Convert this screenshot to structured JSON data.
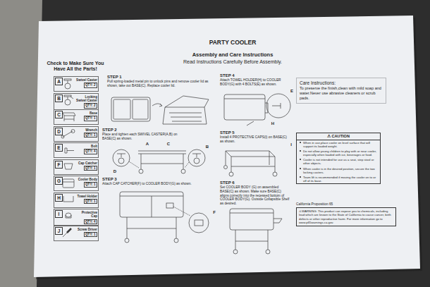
{
  "diagram": {
    "title": "PARTY COOLER",
    "nodes": [
      {
        "text": [
          "A",
          "Swivel Caster",
          "QTY: 2"
        ]
      },
      {
        "text": [
          "B",
          "Locking Swivel Caster",
          "QTY: 2"
        ]
      },
      {
        "text": [
          "C",
          "Base",
          "QTY: 1"
        ]
      },
      {
        "text": [
          "D",
          "Wrench",
          "QTY: 1"
        ]
      },
      {
        "text": [
          "E",
          "Bolt",
          "QTY: 4"
        ]
      },
      {
        "text": [
          "F",
          "Cap Catcher",
          "QTY: 1"
        ]
      },
      {
        "text": [
          "G",
          "Cooler Body",
          "QTY: 1"
        ]
      },
      {
        "text": [
          "H",
          "Towel Holder",
          "QTY: 1"
        ]
      },
      {
        "text": [
          "I",
          "Protective Cap",
          "QTY: 4"
        ]
      },
      {
        "text": [
          "J",
          "Screw Driver",
          "QTY: 1"
        ]
      },
      {
        "text": [
          "Care Instructions:",
          "To preserve the finish,clean with mild soap and water.Never use abrasive cleaners or scrub pads."
        ]
      },
      {
        "text": [
          "⚠ CAUTION",
          "When in use,place cooler on level surface that will support its loaded weight.",
          "Do not allow young children to play with or near cooler, especially when loaded with ice, beverages or food.",
          "Cooler is not intended for use as a seat, step stool or other objects.",
          "When cooler is in the desired position, secure the two locking casters.",
          "Team lift is recommended if moving the cooler on to or off of its base."
        ]
      },
      {
        "text": [
          "California Proposition 65",
          "⚠WARNING: This product can expose you to chemicals, including lead which are known to the State of California to cause cancer, birth defects or other reproductive harm. For more information go to www.p65warnings.ca.gov."
        ]
      }
    ],
    "labels": [
      "Assembly and Care Instructions",
      "Read Instructions Carefully Before Assembly.",
      "Check to Make Sure You Have All the Parts!",
      "STEP 1",
      "Pull spring-loaded metal pin to unlock pins and remove cooler lid as shown, take out BASE(C). Replace cooler lid.",
      "STEP 2",
      "Place and tighten each SWIVEL CASTER(A,B) on BASE(C) as shown.",
      "A",
      "C",
      "B",
      "D",
      "STEP 3",
      "Attach CAP CATCHER(F) to COOLER BODY(G) as shown.",
      "F",
      "STEP 4",
      "Attach TOWEL HOLDER(H) to COOLER BODY(G) with 4 BOLTS(E) as shown.",
      "E",
      "H",
      "STEP 5",
      "Install 4 PROTECTIVE CAPS(I) on BASE(C) as shown.",
      "I",
      "STEP 6",
      "Set COOLER BODY (G) on assembled BASE(C) as shown. Make sure BASE(C) aligns correctly into the recessed bottom of COOLER BODY(G). Outside Collapsible Shelf as desired."
    ]
  }
}
